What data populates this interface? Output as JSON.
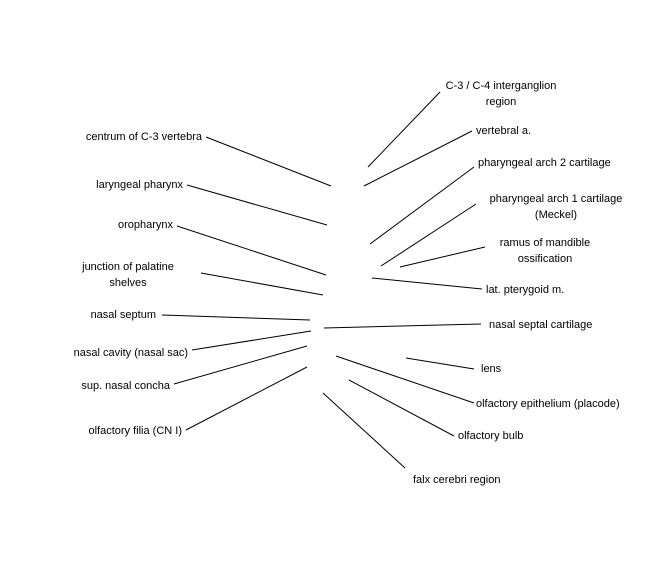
{
  "labels": {
    "c3c4_interganglion": "C-3 / C-4 interganglion\nregion",
    "vertebral_a": "vertebral a.",
    "centrum_c3": "centrum of C-3 vertebra",
    "pharyngeal_arch2": "pharyngeal arch 2 cartilage",
    "laryngeal_pharynx": "laryngeal pharynx",
    "pharyngeal_arch1": "pharyngeal arch 1 cartilage\n(Meckel)",
    "oropharynx": "oropharynx",
    "ramus_mandible": "ramus of mandible\nossification",
    "junction_palatine": "junction of palatine\nshelves",
    "lat_pterygoid": "lat. pterygoid m.",
    "nasal_septum": "nasal septum",
    "nasal_septal_cartilage": "nasal septal cartilage",
    "nasal_cavity": "nasal cavity (nasal sac)",
    "lens": "lens",
    "sup_nasal_concha": "sup. nasal concha",
    "olfactory_epithelium": "olfactory epithelium (placode)",
    "olfactory_filia": "olfactory filia (CN I)",
    "olfactory_bulb": "olfactory bulb",
    "falx_cerebri": "falx cerebri region"
  },
  "colors": {
    "line": "#000000",
    "text": "#000000",
    "background": "#ffffff"
  }
}
